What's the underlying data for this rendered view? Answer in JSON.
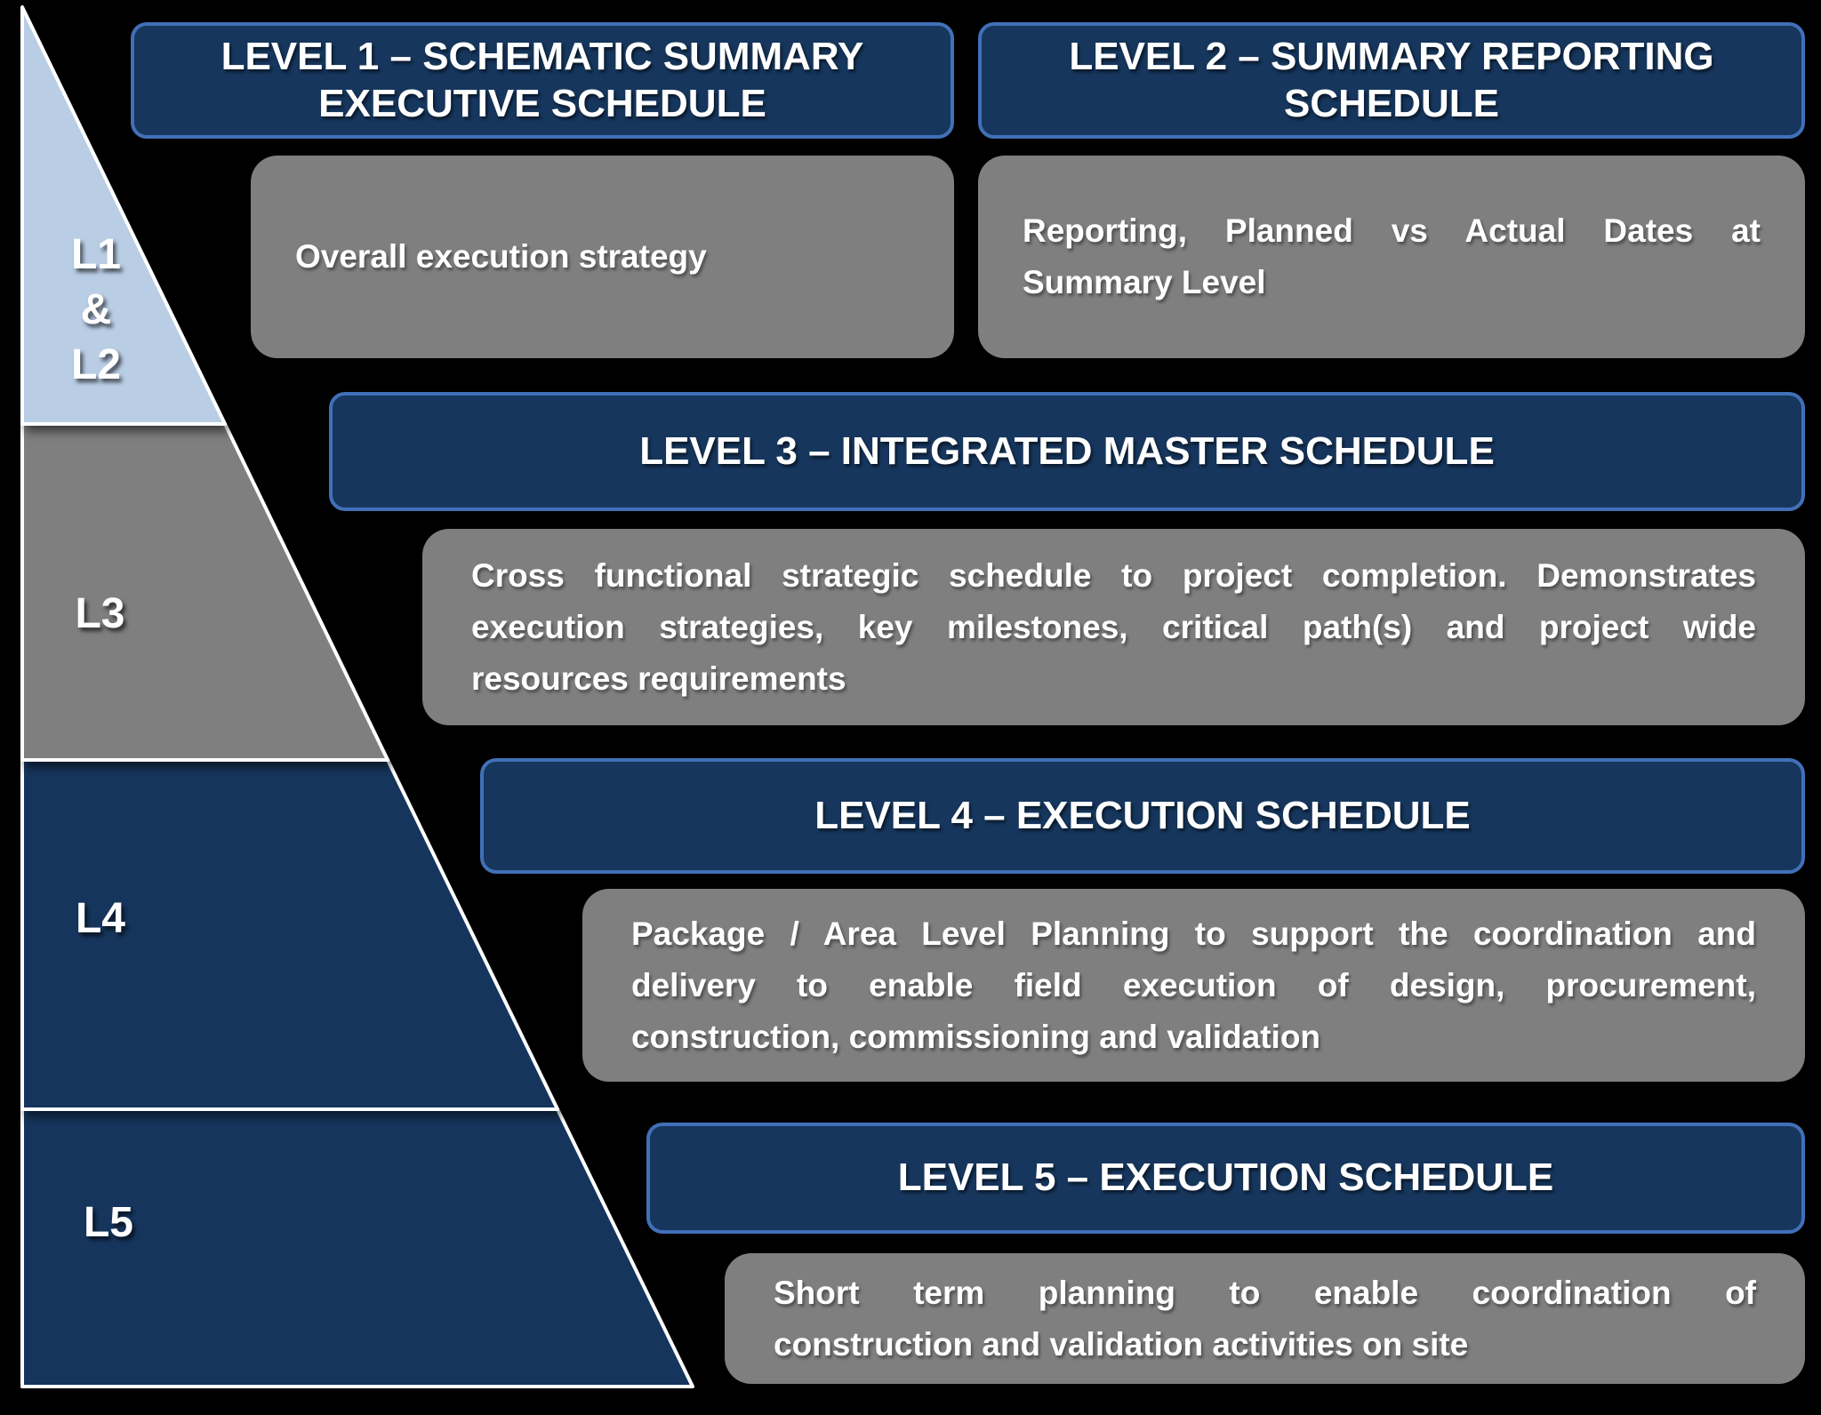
{
  "title": "Schedule Levels Pyramid Diagram",
  "colors": {
    "background": "#000000",
    "navy": "#16365d",
    "header_border": "#4170b8",
    "gray": "#7f7f7f",
    "light_blue": "#b9cde5",
    "text_white": "#ffffff"
  },
  "pyramid": {
    "segments": [
      {
        "id": "l1-l2",
        "color": "#b9cde5",
        "label_lines": [
          "L1",
          "&",
          "L2"
        ]
      },
      {
        "id": "l3",
        "color": "#7f7f7f",
        "label_lines": [
          "L3"
        ]
      },
      {
        "id": "l4",
        "color": "#16365d",
        "label_lines": [
          "L4"
        ]
      },
      {
        "id": "l5",
        "color": "#16365d",
        "label_lines": [
          "L5"
        ]
      }
    ]
  },
  "levels": [
    {
      "header_line1": "LEVEL 1 – SCHEMATIC SUMMARY",
      "header_line2": "EXECUTIVE SCHEDULE",
      "description_lines": [
        "Overall execution strategy"
      ]
    },
    {
      "header_line1": "LEVEL 2 – SUMMARY REPORTING",
      "header_line2": "SCHEDULE",
      "description_lines": [
        "Reporting, Planned vs Actual Dates at",
        "Summary Level"
      ]
    },
    {
      "header_line1": "LEVEL 3 – INTEGRATED MASTER SCHEDULE",
      "description_lines": [
        "Cross functional strategic schedule to project completion. Demonstrates",
        "execution strategies, key milestones, critical path(s) and project wide",
        "resources requirements"
      ]
    },
    {
      "header_line1": "LEVEL 4 – EXECUTION SCHEDULE",
      "description_lines": [
        "Package / Area Level Planning to support the coordination and",
        "delivery to enable field execution of design, procurement,",
        "construction, commissioning and validation"
      ]
    },
    {
      "header_line1": "LEVEL 5 – EXECUTION SCHEDULE",
      "description_lines": [
        "Short term planning to enable coordination of",
        "construction and validation activities on site"
      ]
    }
  ]
}
